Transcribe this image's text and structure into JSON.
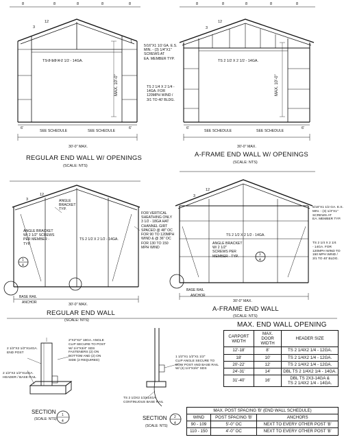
{
  "top_marks": [
    "8",
    "8",
    "8",
    "8",
    "8",
    "8",
    "8",
    "8",
    "8",
    "8"
  ],
  "views": {
    "regular_openings": {
      "title": "REGULAR END WALL W/ OPENINGS",
      "scale": "(SCALE: NTS)",
      "pitch_run": "12",
      "pitch_rise": "3",
      "height": "MAX. 10'-0\"",
      "width": "30'-0\" MAX.",
      "leg_left": "6'",
      "leg_right": "6'",
      "schedule_left": "SEE SCHEDULE",
      "schedule_right": "SEE SCHEDULE",
      "member_note": "TS 2 1/2 X 2 1/2 - 14GA."
    },
    "aframe_openings": {
      "title": "A-FRAME END WALL W/ OPENINGS",
      "scale": "(SCALE: NTS)",
      "pitch_run": "12",
      "pitch_rise": "3",
      "height": "MAX. 10'-0\"",
      "width": "30'-0\" MAX.",
      "leg_left": "6'",
      "leg_right": "6'",
      "schedule_left": "SEE SCHEDULE",
      "schedule_right": "SEE SCHEDULE",
      "member_note": "TS 2 1/2 X 2 1/2 - 14GA."
    },
    "regular": {
      "title": "REGULAR END WALL",
      "scale": "(SCALE: NTS)",
      "pitch_run": "12",
      "pitch_rise": "3",
      "width": "30'-0\" MAX.",
      "member_note": "TS 2 1/2 X 2 1/2 - 14GA.",
      "base_rail": "BASE RAIL",
      "anchor": "ANCHOR",
      "section_num": "1",
      "section_sheet": "4"
    },
    "aframe": {
      "title": "A-FRAME END WALL",
      "scale": "(SCALE: NTS)",
      "pitch_run": "12",
      "pitch_rise": "3",
      "width": "30'-0\" MAX.",
      "member_note": "TS 2 1/2 X 2 1/2 - 14GA.",
      "base_rail": "BASE RAIL",
      "anchor": "ANCHOR",
      "section_num": "1",
      "section_sheet": "4"
    }
  },
  "notes": {
    "screws_top": "5/16\"X1 1/2 GA. E.S.\nMIN. - (3) 1/4\"X1\"\nSCREWS AT\nEA. MEMBER TYP.",
    "ts_top": "TS 2 1/4 X 2 1/4 -\n14GA. FOR\n120MPH WIND /\n3/1 TO 40' BLDG.",
    "angle_bracket": "ANGLE\nBRACKET\nTYP.",
    "angle_bracket_screws": "ANGLE BRACKET\nW/ 2 1/2\" SCREWS\nPER MEMBER -\nTYP.",
    "vertical_sheathing": "FOR VERTICAL\nSHEATHING ONLY\n3 1/2 - 18GA HAT\nCHANNEL GIRT\nSPACED @ 48\" OC\nFOR 90 TO 120MPH\nWIND & @ 36\" OC\nFOR 130 TO 150\nMPH WIND",
    "angle_bracket_screws2": "ANGLE BRACKET\nW/ 2 1/2\"\nSCREWS PER\nMEMBER - TYP.",
    "screws_right": "5/16\"X1 1/2 GA. E.S.\nMIN. - (3) 1/4\"X1\"\nSCREWS AT\nEA. MEMBER TYP.",
    "ts_right": "TS 2 1/4 X 2 1/4\n- 14GA. FOR\n120MPH WIND TO\n150 MPH WIND /\n3/1 TO 40' BLDG.",
    "section_end_post": "2 1/2\"X2 1/2\"X14GA.\nEND POST",
    "section_header": "2 1/2\"X2 1/2\"X14GA.\nHEADER / BASE RAIL",
    "section_angle_clip": "2\"X2\"X2\" 18GA. ANGLE\nCLIP SECURE TO POST\nW/ 1/4\"X3/4\" SDS\nFASTENERS (2) ON\nBOTTOM AND (2) ON\nSIDE (2 REQUIRED)",
    "section2_clip": "1 1/2\"X1 1/2\"X1 1/2\"\nCLIP ANGLE SECURE TO\nBOW POST AND BASE RAIL\nW/ (4) 1/4\"X3/4\" SDS",
    "section2_base": "TS 2 1/2X2 1/2X14GA\nCONTINUOUS BASE RAIL"
  },
  "sections": [
    {
      "label": "SECTION",
      "scale": "(SCALE: NTS)",
      "num": "1",
      "sheet": "4"
    },
    {
      "label": "SECTION",
      "scale": "(SCALE: NTS)",
      "num": "2",
      "sheet": "4"
    }
  ],
  "opening_table": {
    "title": "MAX. END WALL OPENING",
    "headers": [
      "CARPORT WIDTH",
      "MAX. DOOR WIDTH",
      "HEADER SIZE"
    ],
    "rows": [
      [
        "12'-18'",
        "8'",
        "TS 2 1/4X2 1/4 - 12GA."
      ],
      [
        "18'",
        "10'",
        "TS 2 1/4X2 1/4 - 12GA."
      ],
      [
        "20'-22'",
        "12'",
        "TS 2 1/4X2 1/4 - 12GA."
      ],
      [
        "24'-31'",
        "14'",
        "DBL TS 2 1/4X2 1/4 - 14GA."
      ],
      [
        "31'-40'",
        "16'",
        "DBL TS 2X3-14GA &\nTS 2 1/4X2 1/4 - 14GA."
      ]
    ]
  },
  "post_table": {
    "title": "MAX. POST SPACING 'B' (END WALL SCHEDULE)",
    "headers": [
      "WIND",
      "POST SPACING 'B'",
      "ANCHORS"
    ],
    "rows": [
      [
        "90 - 109",
        "5'-0\" OC",
        "NEXT TO EVERY OTHER POST 'B'"
      ],
      [
        "110 - 150",
        "4'-0\" OC",
        "NEXT TO EVERY OTHER POST 'B'"
      ]
    ]
  }
}
